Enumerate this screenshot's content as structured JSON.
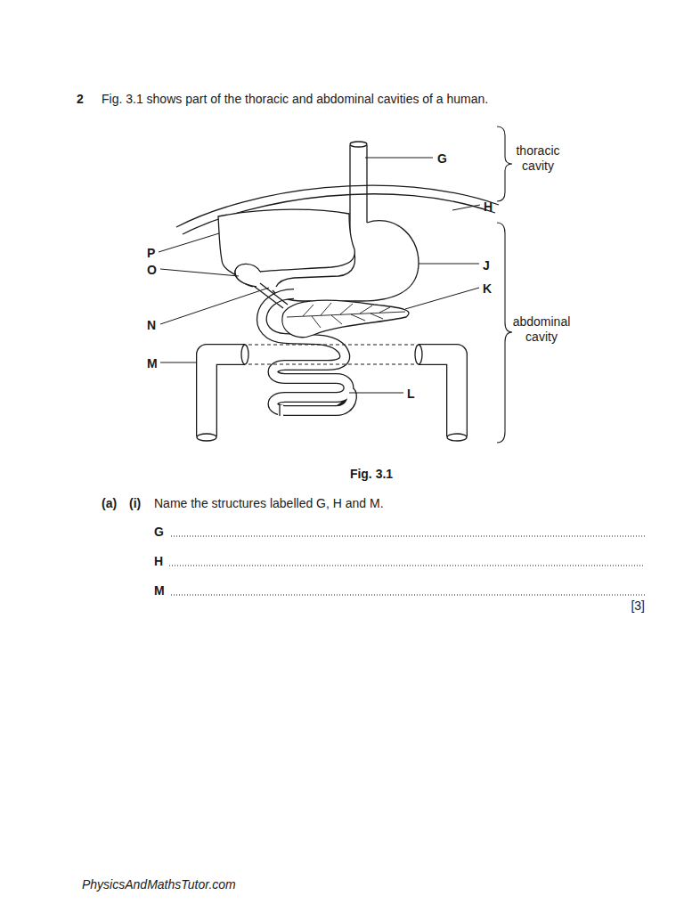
{
  "diagram": {
    "caption": "Fig. 3.1",
    "labels": [
      "2",
      "Fig. 3.1 shows part of the thoracic and abdominal cavities of a human.",
      "G",
      "thoracic cavity",
      "H",
      "P",
      "O",
      "J",
      "K",
      "N",
      "abdominal cavity",
      "M",
      "L",
      "(a)",
      "(i)",
      "Name the structures labelled G, H and M.",
      "G",
      "H",
      "M",
      "[3]",
      "PhysicsAndMathsTutor.com"
    ]
  }
}
